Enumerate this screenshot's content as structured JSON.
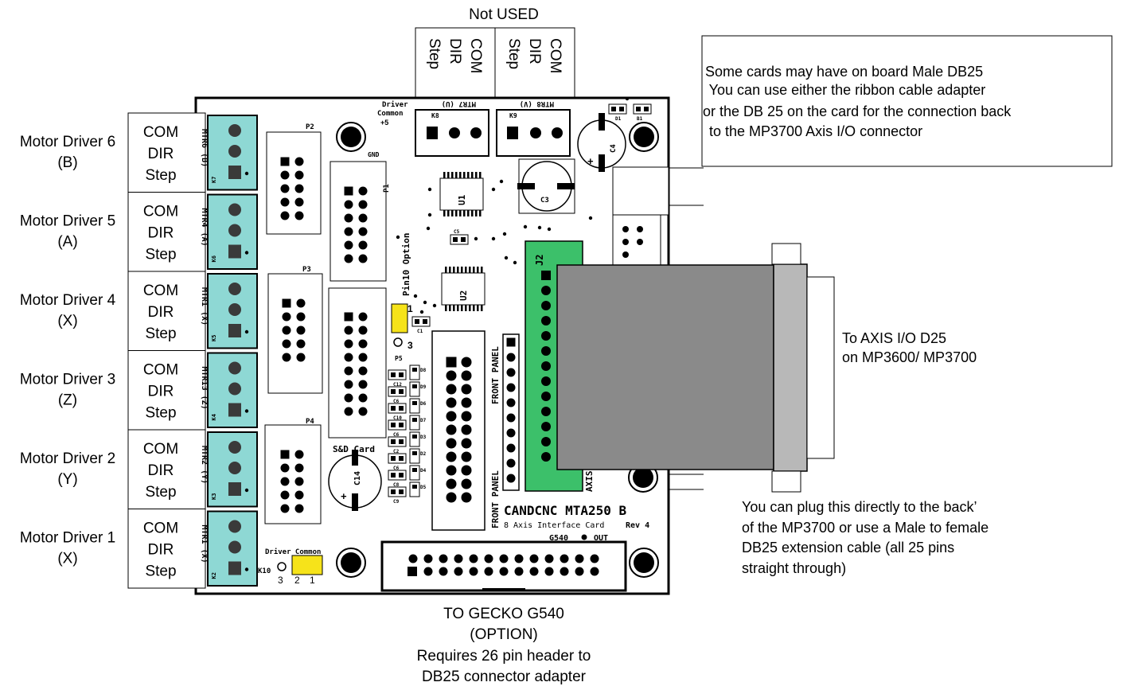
{
  "top": {
    "title": "Not USED",
    "box_left_lines": [
      "COM",
      "DIR",
      "Step"
    ],
    "box_right_lines": [
      "COM",
      "DIR",
      "Step"
    ]
  },
  "motor_drivers": [
    {
      "name": "Motor Driver 6",
      "axis": "(B)",
      "lines": [
        "COM",
        "DIR",
        "Step"
      ],
      "silk": "MTR6 (B)",
      "ref": "K7"
    },
    {
      "name": "Motor Driver 5",
      "axis": "(A)",
      "lines": [
        "COM",
        "DIR",
        "Step"
      ],
      "silk": "MTR4 (A)",
      "ref": "K6"
    },
    {
      "name": "Motor Driver 4",
      "axis": "(X)",
      "lines": [
        "COM",
        "DIR",
        "Step"
      ],
      "silk": "MTR1 (X)",
      "ref": "K5"
    },
    {
      "name": "Motor Driver 3",
      "axis": "(Z)",
      "lines": [
        "COM",
        "DIR",
        "Step"
      ],
      "silk": "MTR13 (Z)",
      "ref": "K4"
    },
    {
      "name": "Motor Driver 2",
      "axis": "(Y)",
      "lines": [
        "COM",
        "DIR",
        "Step"
      ],
      "silk": "MTR2 (Y)",
      "ref": "K3"
    },
    {
      "name": "Motor Driver 1",
      "axis": "(X)",
      "lines": [
        "COM",
        "DIR",
        "Step"
      ],
      "silk": "MTR1 (X)",
      "ref": "K2"
    }
  ],
  "info_box": {
    "lines": [
      "Some cards may have on board Male DB25",
      " You can use either the ribbon cable adapter",
      "or the DB 25 on the card for the connection back",
      " to the MP3700 Axis I/O connector"
    ]
  },
  "right_labels": {
    "axis_io": [
      "To AXIS I/O D25",
      "on MP3600/ MP3700"
    ],
    "plug_note": [
      "You can plug this directly to the back’",
      "of the MP3700 or use a Male to female",
      "DB25 extension cable (all 25 pins",
      "straight through)"
    ]
  },
  "bottom_labels": {
    "lines": [
      "TO GECKO G540",
      "(OPTION)",
      "Requires 26 pin header to",
      "DB25 connector adapter"
    ]
  },
  "board": {
    "driver_common": [
      "Driver",
      "Common",
      "+5"
    ],
    "driver_common_bottom": "Driver Common",
    "jumper_pins": [
      "3",
      "2",
      "1"
    ],
    "k10": "K10",
    "k8": "K8",
    "k9": "K9",
    "mtr7": "MTR7 (U)",
    "mtr8": "MTR8 (V)",
    "p1": "P1",
    "p2": "P2",
    "p3": "P3",
    "p4": "P4",
    "gnd": "GND",
    "u1": "U1",
    "u2": "U2",
    "c3": "C3",
    "c4": "C4",
    "c5": "C5",
    "c14": "C14",
    "j2": "J2",
    "pin10": "Pin10 Option",
    "sd_card": "S&D Card",
    "front_panel": "FRONT PANEL",
    "axis": "AXIS",
    "candcnc": "CANDCNC MTA250 B",
    "subtitle": "8 Axis Interface Card",
    "rev": "Rev 4",
    "g540": "G540",
    "out": "OUT",
    "jp_pin1": "1",
    "jp_pin3": "3",
    "caps": [
      "C1",
      "C12",
      "C6",
      "C10",
      "C6",
      "C2",
      "C6",
      "C8",
      "C9"
    ],
    "diodes": [
      "D8",
      "D9",
      "D6",
      "D7",
      "D3",
      "D2",
      "D4",
      "D5"
    ],
    "p5": "P5",
    "b1": "B1",
    "d1": "D1"
  },
  "colors": {
    "terminal": "#8ed8d4",
    "terminal_pin": "#3a3a3a",
    "db25_header": "#3cc06a",
    "cable": "#8a8a8a",
    "connector_shell": "#b8b8b8",
    "jumper": "#f6e31a"
  }
}
